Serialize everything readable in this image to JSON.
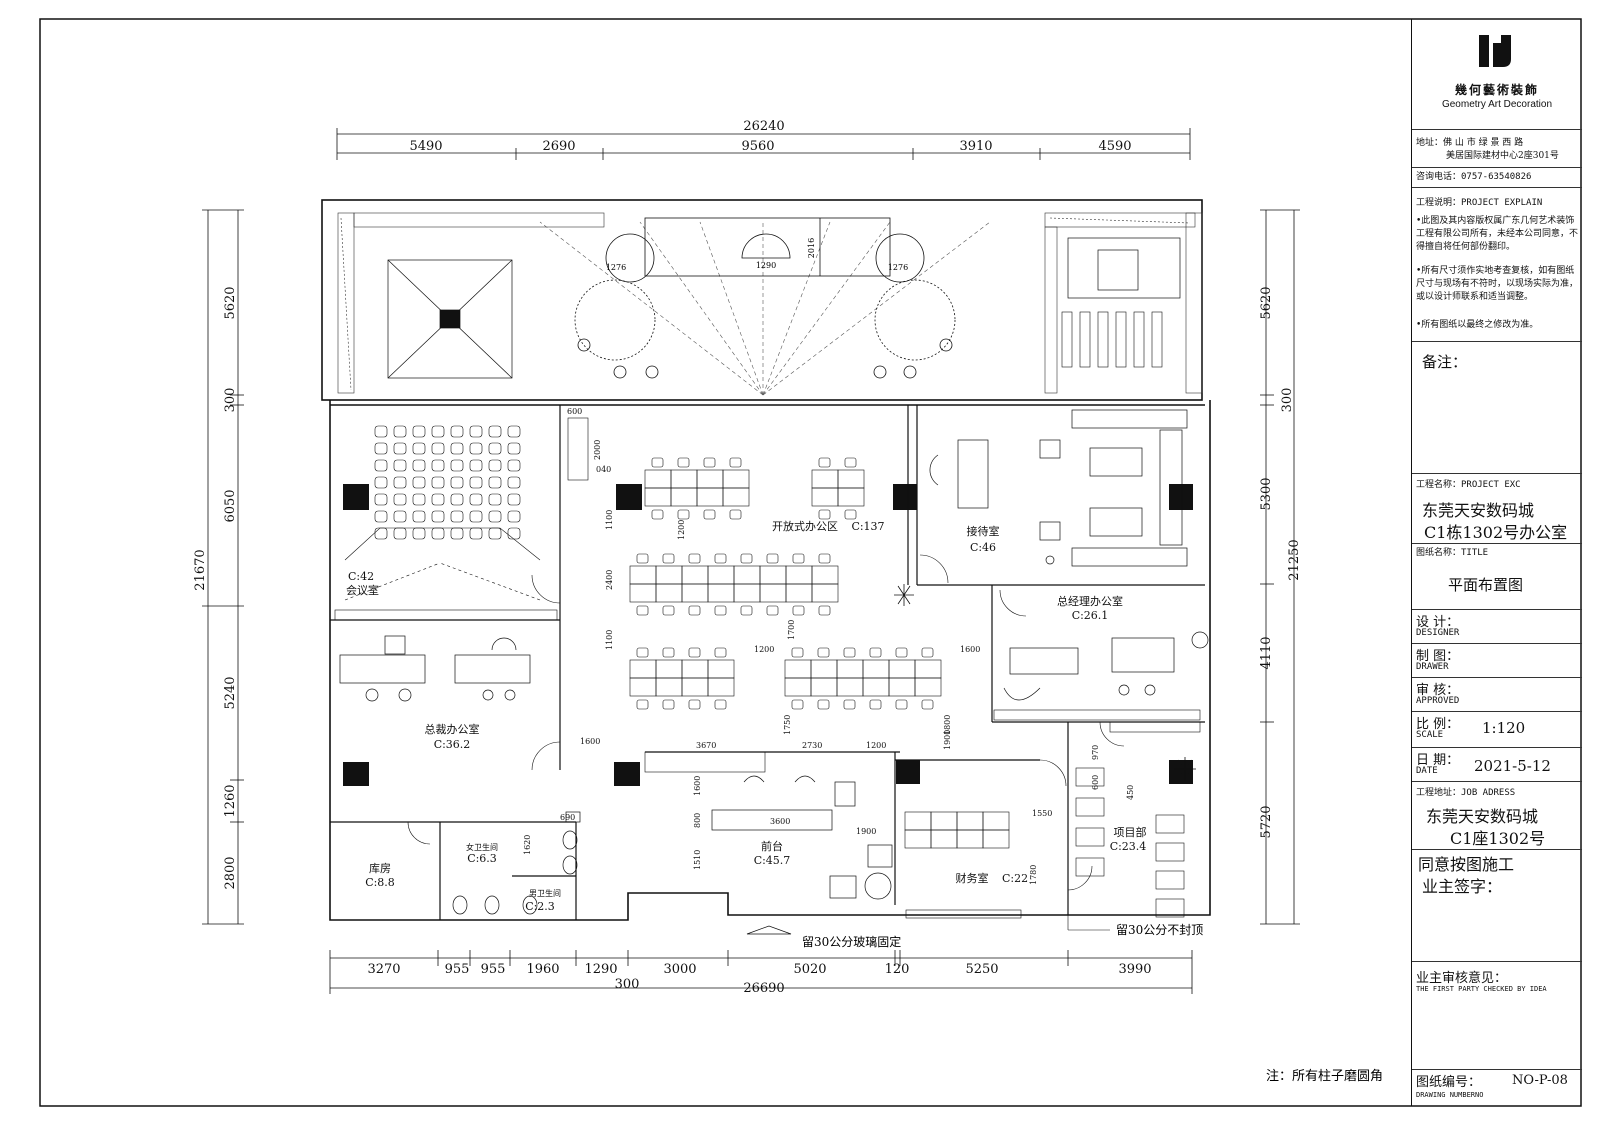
{
  "title_block": {
    "logo_cn": "幾何藝術裝飾",
    "logo_en": "Geometry Art Decoration",
    "address_line1": "地址：佛 山 市 绿 景 西 路",
    "address_line2": "美居国际建材中心2座301号",
    "phone": "咨询电话：0757-63540826",
    "project_explain_label": "工程说明：PROJECT EXPLAIN",
    "notes": [
      "•此图及其内容版权属广东几何艺术装饰工程有限公司所有，未经本公司同意，不得擅自将任何部份翻印。",
      "•所有尺寸须作实地考查复核，如有图纸尺寸与现场有不符时，以现场实际为准，或以设计师联系和适当调整。",
      "•所有图纸以最终之修改为准。"
    ],
    "remarks_label": "备注：",
    "project_name_label": "工程名称：PROJECT EXC",
    "project_name_l1": "东莞天安数码城",
    "project_name_l2": "C1栋1302号办公室",
    "drawing_title_label": "图纸名称：TITLE",
    "drawing_title": "平面布置图",
    "design_label": "设  计：",
    "design_en": "DESIGNER",
    "drawn_label": "制  图：",
    "drawn_en": "DRAWER",
    "approved_label": "审  核：",
    "approved_en": "APPROVED",
    "scale_label": "比  例：",
    "scale_en": "SCALE",
    "scale_value": "1:120",
    "date_label": "日  期：",
    "date_en": "DATE",
    "date_value": "2021-5-12",
    "job_address_label": "工程地址：JOB ADRESS",
    "job_address_l1": "东莞天安数码城",
    "job_address_l2": "C1座1302号",
    "agree_l1": "同意按图施工",
    "agree_l2": "业主签字：",
    "owner_opinion": "业主审核意见：",
    "owner_opinion_en": "THE FIRST PARTY CHECKED BY IDEA",
    "drawing_no_label": "图纸编号：",
    "drawing_no_en": "DRAWING NUMBERNO",
    "drawing_no": "NO-P-08"
  },
  "dims_top": {
    "total": "26240",
    "segments": [
      "5490",
      "2690",
      "9560",
      "3910",
      "4590"
    ]
  },
  "dims_bottom": {
    "segments": [
      "3270",
      "955",
      "955",
      "1960",
      "1290",
      "3000",
      "5020",
      "120",
      "5250",
      "3990"
    ],
    "total": "26690",
    "extra": "300"
  },
  "dims_left": {
    "total": "21670",
    "segments": [
      "5620",
      "300",
      "6050",
      "5240",
      "1260",
      "2800"
    ]
  },
  "dims_right": {
    "total": "21250",
    "segments": [
      "5620",
      "300",
      "5300",
      "4110",
      "5720"
    ]
  },
  "rooms": [
    {
      "name": "开放式办公区",
      "code": "C:137"
    },
    {
      "name": "接待室",
      "code": "C:46"
    },
    {
      "name": "会议室",
      "code": "C:42"
    },
    {
      "name": "总裁办公室",
      "code": "C:36.2"
    },
    {
      "name": "总经理办公室",
      "code": "C:26.1"
    },
    {
      "name": "项目部",
      "code": "C:23.4"
    },
    {
      "name": "前台",
      "code": "C:45.7"
    },
    {
      "name": "财务室",
      "code": "C:22"
    },
    {
      "name": "库房",
      "code": "C:8.8"
    },
    {
      "name": "女卫生间",
      "code": "C:6.3"
    },
    {
      "name": "男卫生间",
      "code": "C:2.3"
    }
  ],
  "inner_dims": [
    "1276",
    "1290",
    "1276",
    "2016",
    "600",
    "2000",
    "040",
    "1100",
    "1200",
    "2400",
    "1100",
    "1200",
    "1700",
    "1600",
    "1800",
    "1600",
    "3670",
    "2730",
    "1200",
    "1750",
    "1900",
    "970",
    "600",
    "1600",
    "800",
    "3600",
    "1900",
    "1620",
    "1510",
    "690",
    "1550",
    "1780",
    "450"
  ],
  "notes_plan": {
    "glass": "留30公分玻璃固定",
    "ceiling": "留30公分不封顶",
    "footer": "注：所有柱子磨圆角"
  }
}
